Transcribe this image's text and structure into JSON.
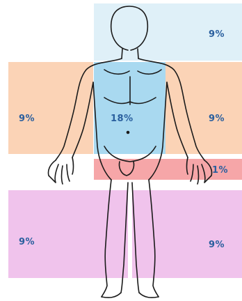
{
  "regions": [
    {
      "id": "head-neck",
      "label": "9%",
      "color": "#dff0f8"
    },
    {
      "id": "left-arm",
      "label": "9%",
      "color": "#fbd3b6"
    },
    {
      "id": "trunk-front",
      "label": "18%",
      "color": "#a9d9f0"
    },
    {
      "id": "right-arm",
      "label": "9%",
      "color": "#fbd3b6"
    },
    {
      "id": "genitals",
      "label": "1%",
      "color": "#f6a6a8"
    },
    {
      "id": "left-leg",
      "label": "9%",
      "color": "#f0c3ec"
    },
    {
      "id": "right-leg",
      "label": "9%",
      "color": "#f0c3ec"
    }
  ],
  "label_color": "#2a5f9e",
  "outline_color": "#1a1a1a"
}
